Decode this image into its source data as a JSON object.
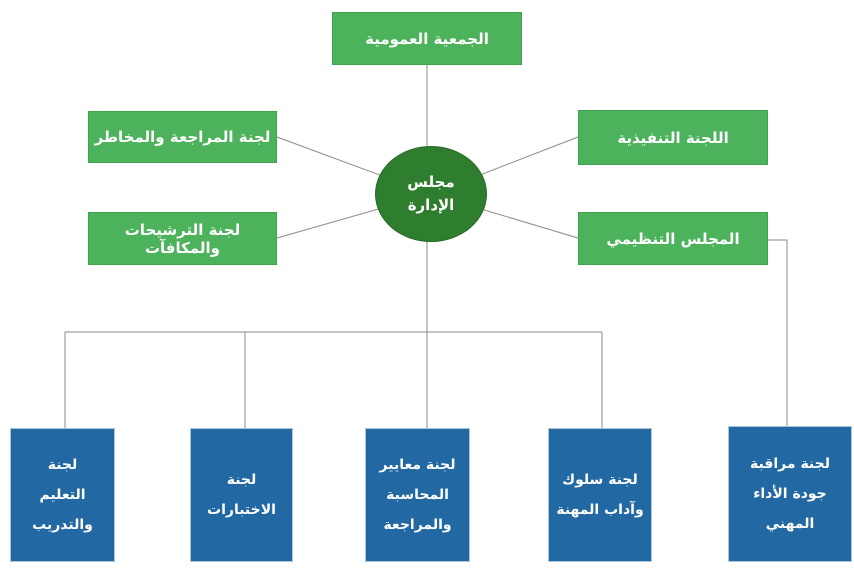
{
  "nodes": {
    "general_assembly": {
      "label": "الجمعية العمومية"
    },
    "board": {
      "label": "مجلس الإدارة",
      "lines": [
        "مجلس",
        "الإدارة"
      ]
    },
    "audit_risk": {
      "label": "لجنة المراجعة والمخاطر"
    },
    "nominations_remuneration": {
      "label": "لجنة الترشيحات والمكافآت"
    },
    "executive": {
      "label": "اللجنة التنفيذية"
    },
    "regulatory": {
      "label": "المجلس التنظيمي"
    },
    "bottom": [
      {
        "label": "لجنة التعليم والتدريب",
        "lines": [
          "لجنة",
          "التعليم",
          "والتدريب"
        ]
      },
      {
        "label": "لجنة الاختبارات",
        "lines": [
          "لجنة",
          "الاختبارات"
        ]
      },
      {
        "label": "لجنة معايير المحاسبة والمراجعة",
        "lines": [
          "لجنة معايير",
          "المحاسبة",
          "والمراجعة"
        ]
      },
      {
        "label": "لجنة سلوك وآداب المهنة",
        "lines": [
          "لجنة سلوك",
          "وآداب المهنة"
        ]
      },
      {
        "label": "لجنة مراقبة جودة الأداء المهني",
        "lines": [
          "لجنة مراقبة",
          "جودة الأداء",
          "المهني"
        ]
      }
    ]
  },
  "colors": {
    "green_light": "#4CB25C",
    "green_border": "#3EA24F",
    "green_dark": "#2F7E2F",
    "green_dark_border": "#266B26",
    "blue": "#2268A2",
    "blue_border": "#A9C6DB",
    "line": "#8A8A8A",
    "text_white": "#FFFFFF"
  }
}
